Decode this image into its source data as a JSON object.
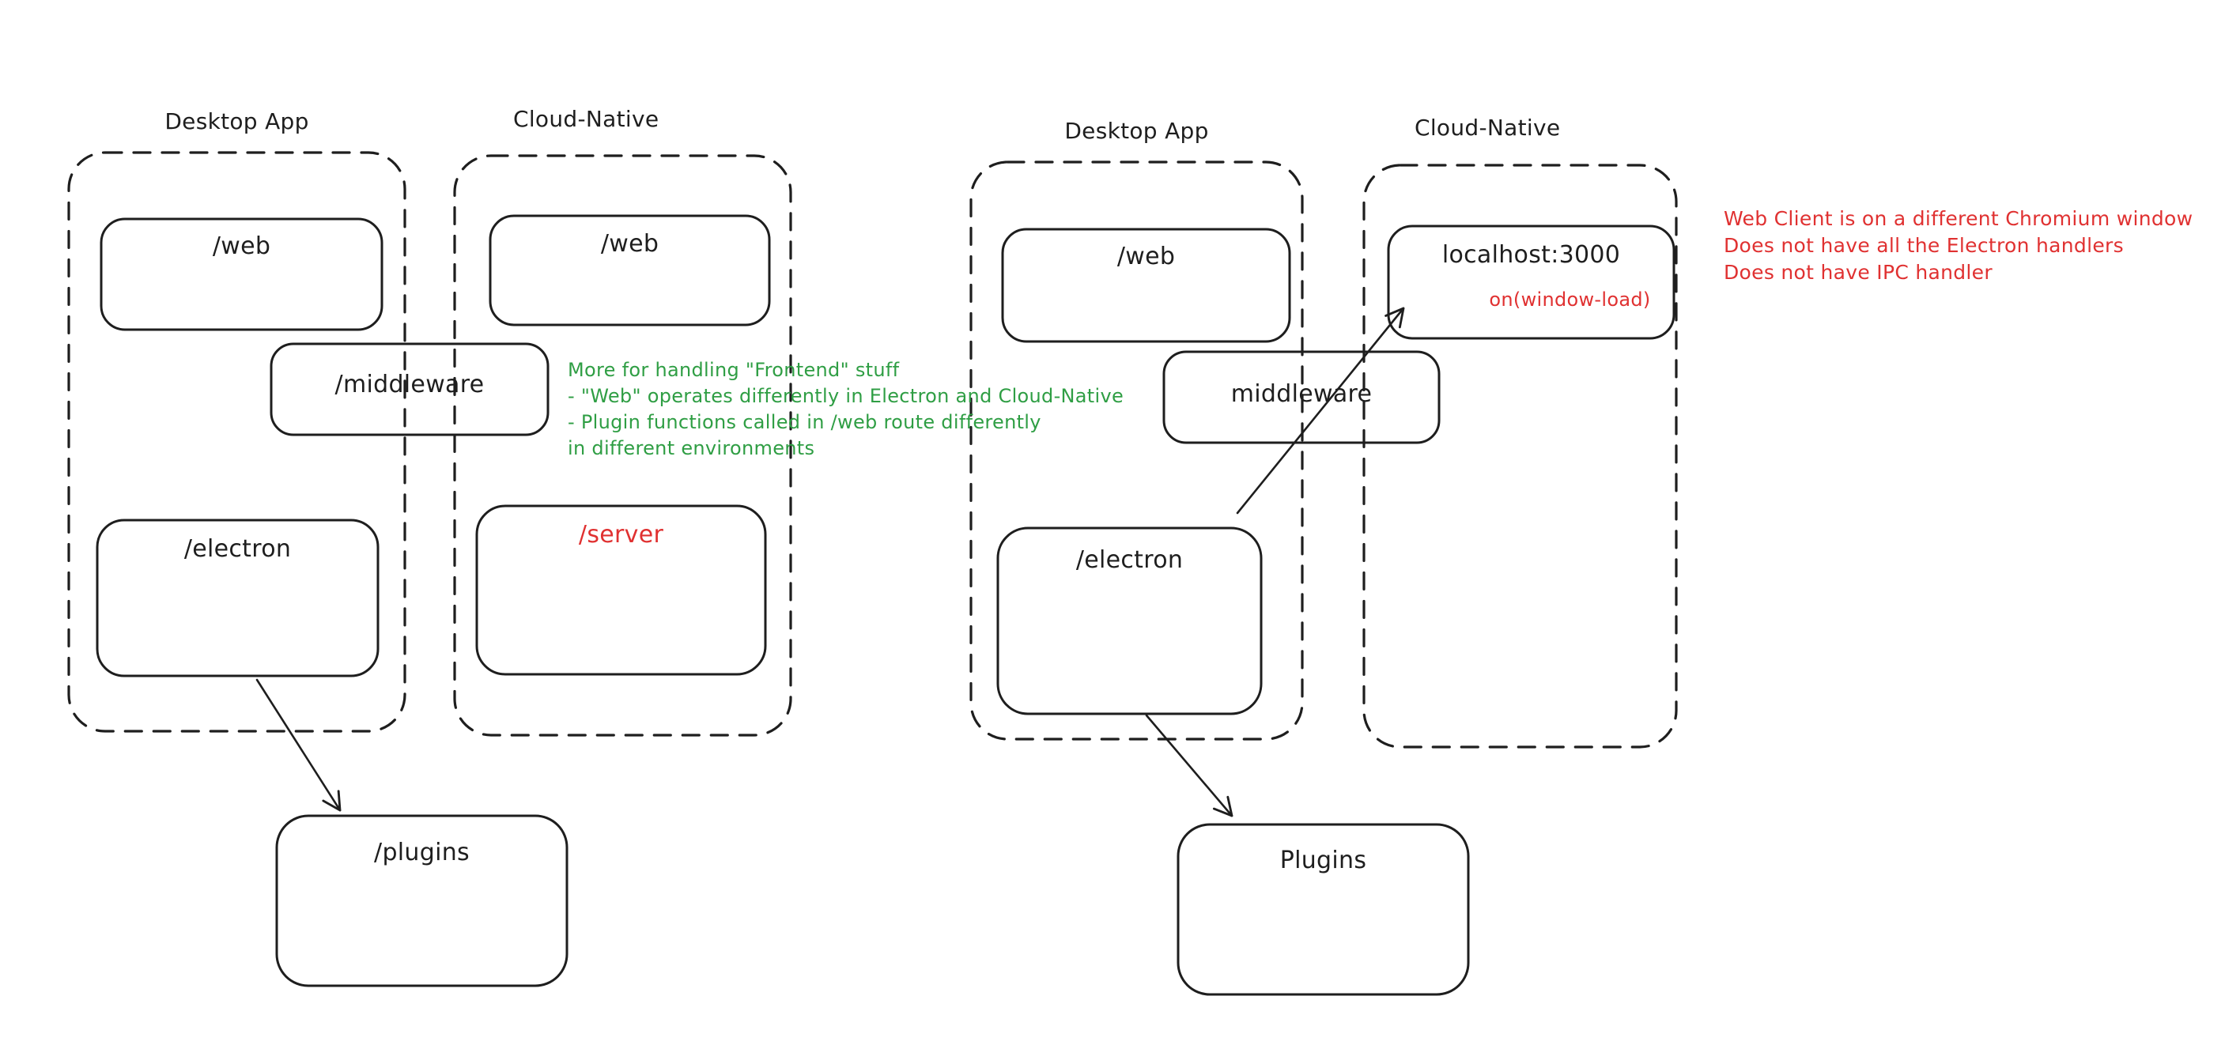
{
  "colors": {
    "stroke": "#1e1e1e",
    "green": "#2f9e44",
    "red": "#e03131",
    "background": "#ffffff"
  },
  "left_diagram": {
    "desktop_group": {
      "title": "Desktop App",
      "web_label": "/web",
      "electron_label": "/electron"
    },
    "cloud_group": {
      "title": "Cloud-Native",
      "web_label": "/web",
      "server_label": "/server"
    },
    "middleware_label": "/middleware",
    "plugins_label": "/plugins",
    "green_note": {
      "lines": [
        "More for handling \"Frontend\" stuff",
        "- \"Web\" operates differently in Electron and Cloud-Native",
        "- Plugin functions called in /web route differently",
        "in different environments"
      ]
    }
  },
  "right_diagram": {
    "desktop_group": {
      "title": "Desktop App",
      "web_label": "/web",
      "electron_label": "/electron"
    },
    "cloud_group": {
      "title": "Cloud-Native",
      "localhost_label": "localhost:3000",
      "window_load_label": "on(window-load)"
    },
    "middleware_label": "middleware",
    "plugins_label": "Plugins",
    "red_note": {
      "lines": [
        "Web Client is on a different Chromium window",
        "Does not have all the Electron handlers",
        "Does not have IPC handler"
      ]
    }
  }
}
